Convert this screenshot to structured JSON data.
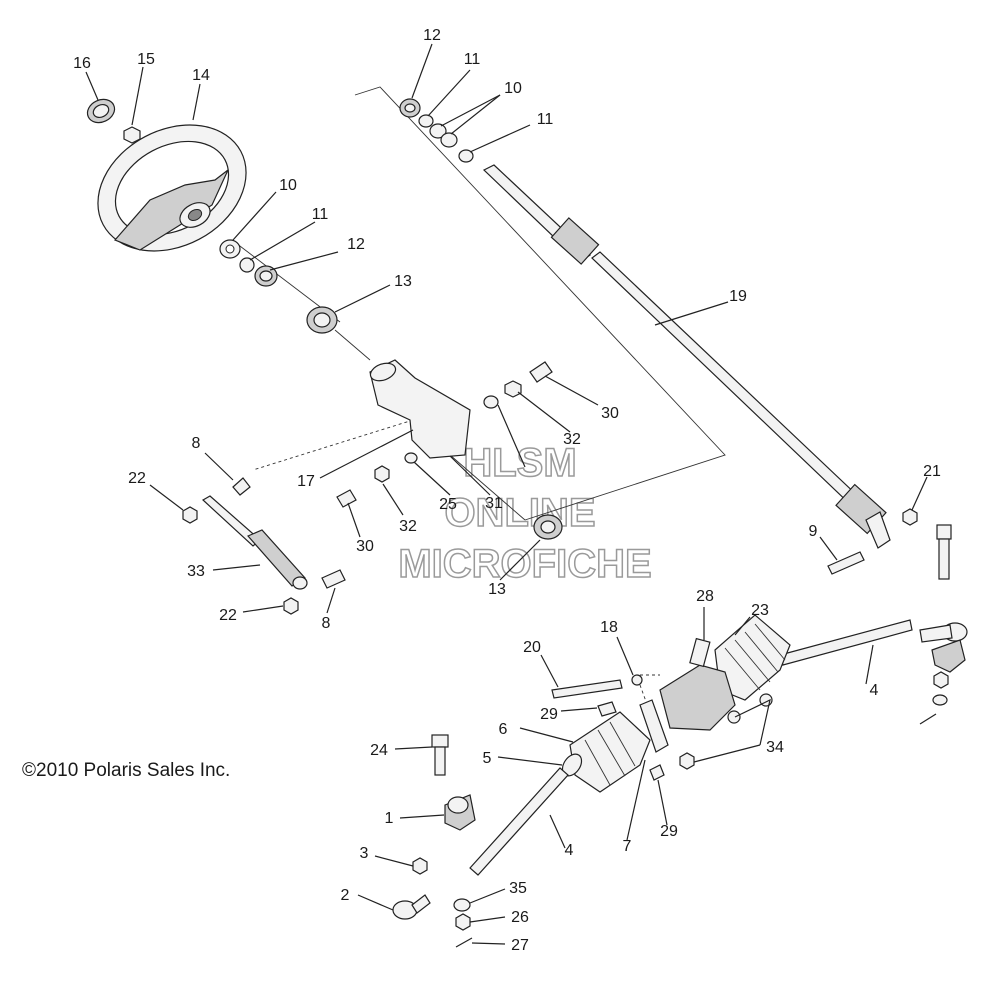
{
  "copyright": "©2010 Polaris Sales Inc.",
  "watermark": [
    "HLSM",
    "ONLINE",
    "MICROFICHE"
  ],
  "callouts": [
    "12",
    "11",
    "10",
    "11",
    "16",
    "15",
    "14",
    "10",
    "11",
    "12",
    "13",
    "19",
    "30",
    "32",
    "8",
    "22",
    "17",
    "25",
    "31",
    "32",
    "30",
    "33",
    "22",
    "8",
    "13",
    "21",
    "9",
    "28",
    "23",
    "20",
    "18",
    "4",
    "29",
    "6",
    "34",
    "24",
    "5",
    "1",
    "4",
    "7",
    "29",
    "3",
    "35",
    "2",
    "26",
    "27"
  ]
}
